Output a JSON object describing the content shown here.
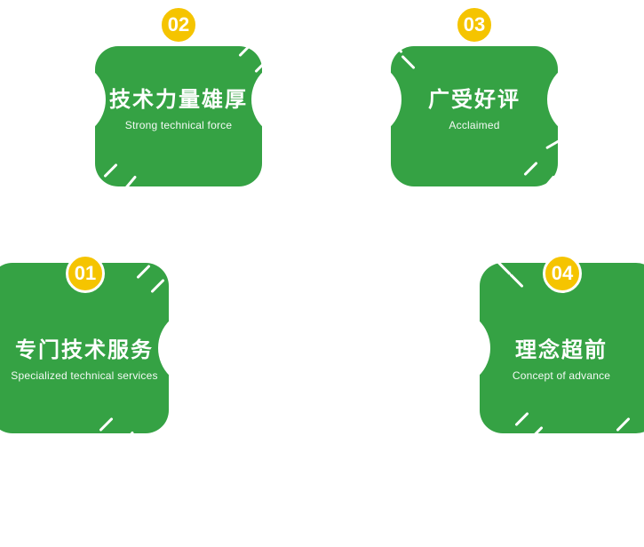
{
  "section": {
    "name": "feature-highlights",
    "colors": {
      "card_green": "#35a244",
      "badge_yellow": "#f5c400",
      "text_white": "#ffffff"
    }
  },
  "cards": [
    {
      "number": "01",
      "title": "专门技术服务",
      "subtitle_en": "Specialized technical services"
    },
    {
      "number": "02",
      "title": "技术力量雄厚",
      "subtitle_en": "Strong technical force"
    },
    {
      "number": "03",
      "title": "广受好评",
      "subtitle_en": "Acclaimed"
    },
    {
      "number": "04",
      "title": "理念超前",
      "subtitle_en": "Concept of advance"
    }
  ]
}
